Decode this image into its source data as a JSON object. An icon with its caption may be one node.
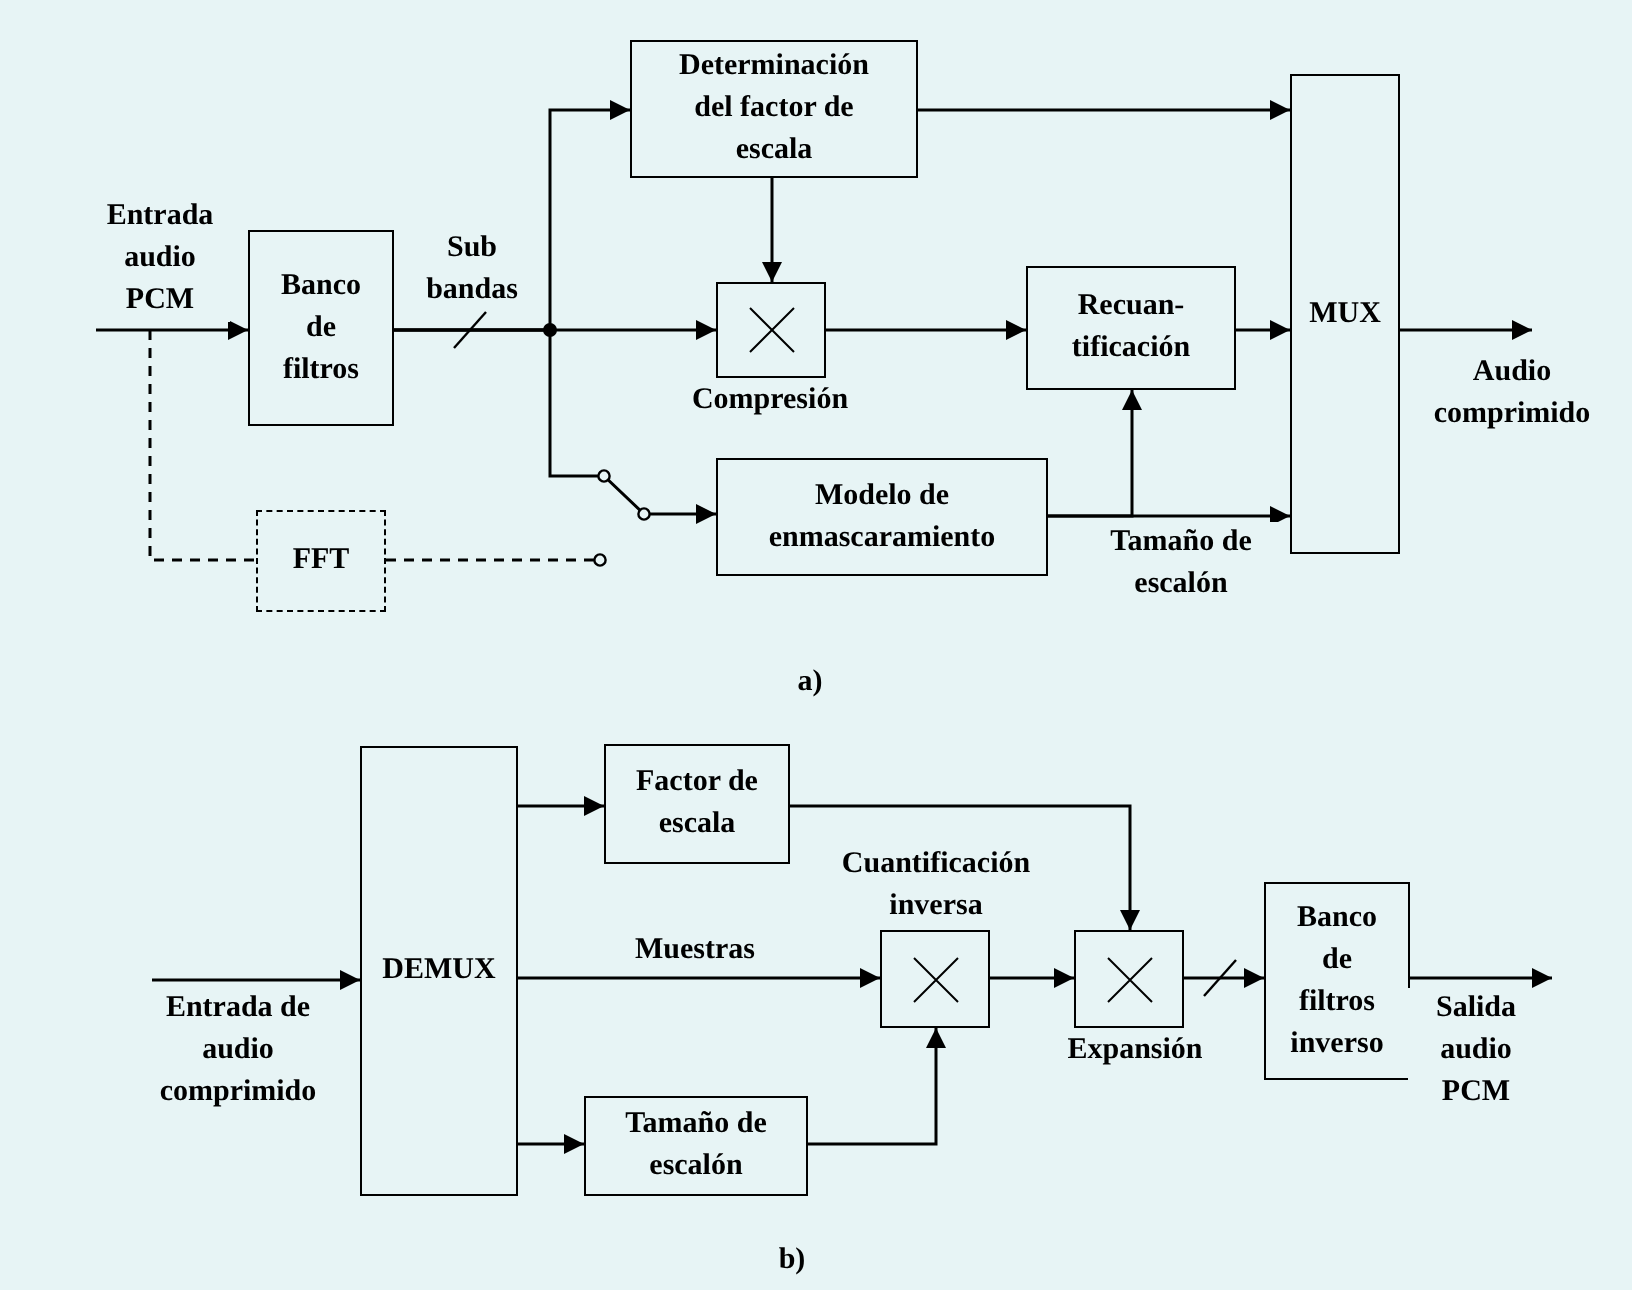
{
  "diagram": {
    "nodes": [
      {
        "text": [
          "Banco de filtros"
        ]
      },
      {
        "text": [
          "Determinación del factor de escala"
        ]
      },
      {
        "text": [],
        "shape": "multiplier",
        "beside": [
          "Compresión"
        ]
      },
      {
        "text": [
          "Recuan-tificación"
        ]
      },
      {
        "text": [
          "Modelo de enmascaramiento"
        ]
      },
      {
        "text": [
          "MUX"
        ]
      },
      {
        "text": [
          "FFT"
        ]
      },
      {
        "text": [
          "DEMUX"
        ]
      },
      {
        "text": [
          "Factor de escala"
        ]
      },
      {
        "text": [],
        "shape": "multiplier",
        "beside": [
          "Cuantificación inversa"
        ]
      },
      {
        "text": [],
        "shape": "multiplier",
        "beside": [
          "Expansión"
        ]
      },
      {
        "text": [
          "Tamaño de escalón"
        ]
      },
      {
        "text": [
          "Banco de filtros inverso"
        ]
      }
    ],
    "edges": [
      {
        "from": null,
        "to": 0,
        "arrow": "to",
        "label": "Entrada audio PCM"
      },
      {
        "from": 0,
        "to": 1,
        "arrow": "to"
      },
      {
        "from": 0,
        "to": 2,
        "arrow": "to"
      },
      {
        "from": 0,
        "to": 4,
        "arrow": "to"
      },
      {
        "from": null,
        "to": 6,
        "arrow": "none",
        "style": "dashed"
      },
      {
        "from": 6,
        "to": null,
        "arrow": "other",
        "style": "dashed"
      },
      {
        "from": 1,
        "to": 2,
        "arrow": "to"
      },
      {
        "from": 1,
        "to": 5,
        "arrow": "to"
      },
      {
        "from": 2,
        "to": 3,
        "arrow": "to"
      },
      {
        "from": 3,
        "to": 5,
        "arrow": "to"
      },
      {
        "from": 4,
        "to": 5,
        "arrow": "to",
        "label": "Tamaño de escalón"
      },
      {
        "from": 4,
        "to": 3,
        "arrow": "to"
      },
      {
        "from": 5,
        "to": null,
        "arrow": "to",
        "label": "Audio comprimido"
      },
      {
        "from": null,
        "to": 7,
        "arrow": "to",
        "label": "Entrada de audio comprimido"
      },
      {
        "from": 7,
        "to": 8,
        "arrow": "to"
      },
      {
        "from": 7,
        "to": 9,
        "arrow": "to",
        "label": "Muestras"
      },
      {
        "from": 7,
        "to": 11,
        "arrow": "to"
      },
      {
        "from": 8,
        "to": 10,
        "arrow": "to"
      },
      {
        "from": 11,
        "to": 9,
        "arrow": "to"
      },
      {
        "from": 9,
        "to": 10,
        "arrow": "to"
      },
      {
        "from": 10,
        "to": 12,
        "arrow": "to"
      },
      {
        "from": 12,
        "to": null,
        "arrow": "to",
        "label": "Salida audio PCM"
      }
    ],
    "labels": [
      "Sub bandas",
      "a)",
      "b)"
    ]
  }
}
